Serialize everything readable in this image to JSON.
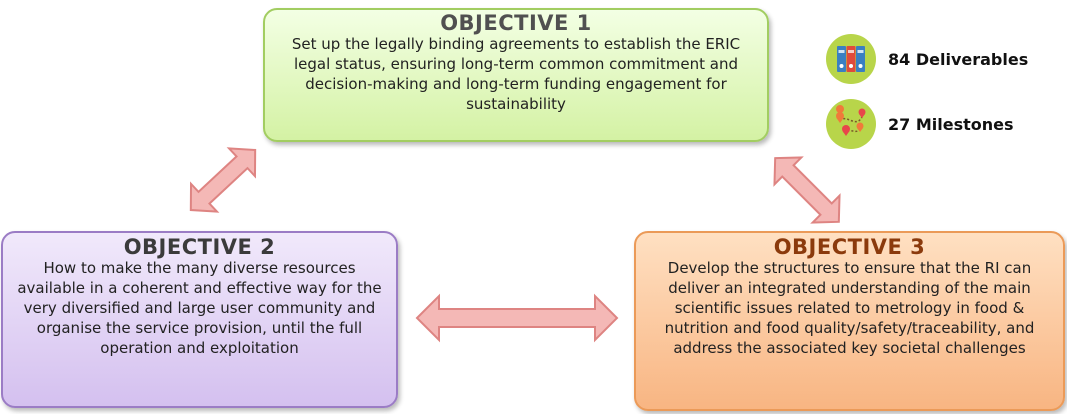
{
  "objectives": [
    {
      "title": "OBJECTIVE 1",
      "text": "Set up the legally binding agreements to establish the ERIC legal status, ensuring long-term common commitment and decision-making and long-term funding engagement for sustainability"
    },
    {
      "title": "OBJECTIVE 2",
      "text": "How to make the many diverse resources available in a coherent and effective way for the very diversified and large user community and organise the service provision, until the full operation and exploitation"
    },
    {
      "title": "OBJECTIVE 3",
      "text": "Develop the structures to ensure that the RI can deliver an integrated understanding of the main scientific issues related to metrology in food & nutrition and food quality/safety/traceability, and address the associated key societal challenges"
    }
  ],
  "stats": {
    "deliverables": {
      "label": "84 Deliverables",
      "icon": "binders-icon"
    },
    "milestones": {
      "label": "27 Milestones",
      "icon": "map-pins-route-icon"
    }
  },
  "colors": {
    "objective1_fill": "#d4f2a4",
    "objective2_fill": "#d4c0ef",
    "objective3_fill": "#f8b582",
    "objective3_title": "#8b3a0c",
    "arrow_fill": "#f4b8b6",
    "arrow_stroke": "#de8482",
    "icon_circle": "#b8d54a"
  }
}
